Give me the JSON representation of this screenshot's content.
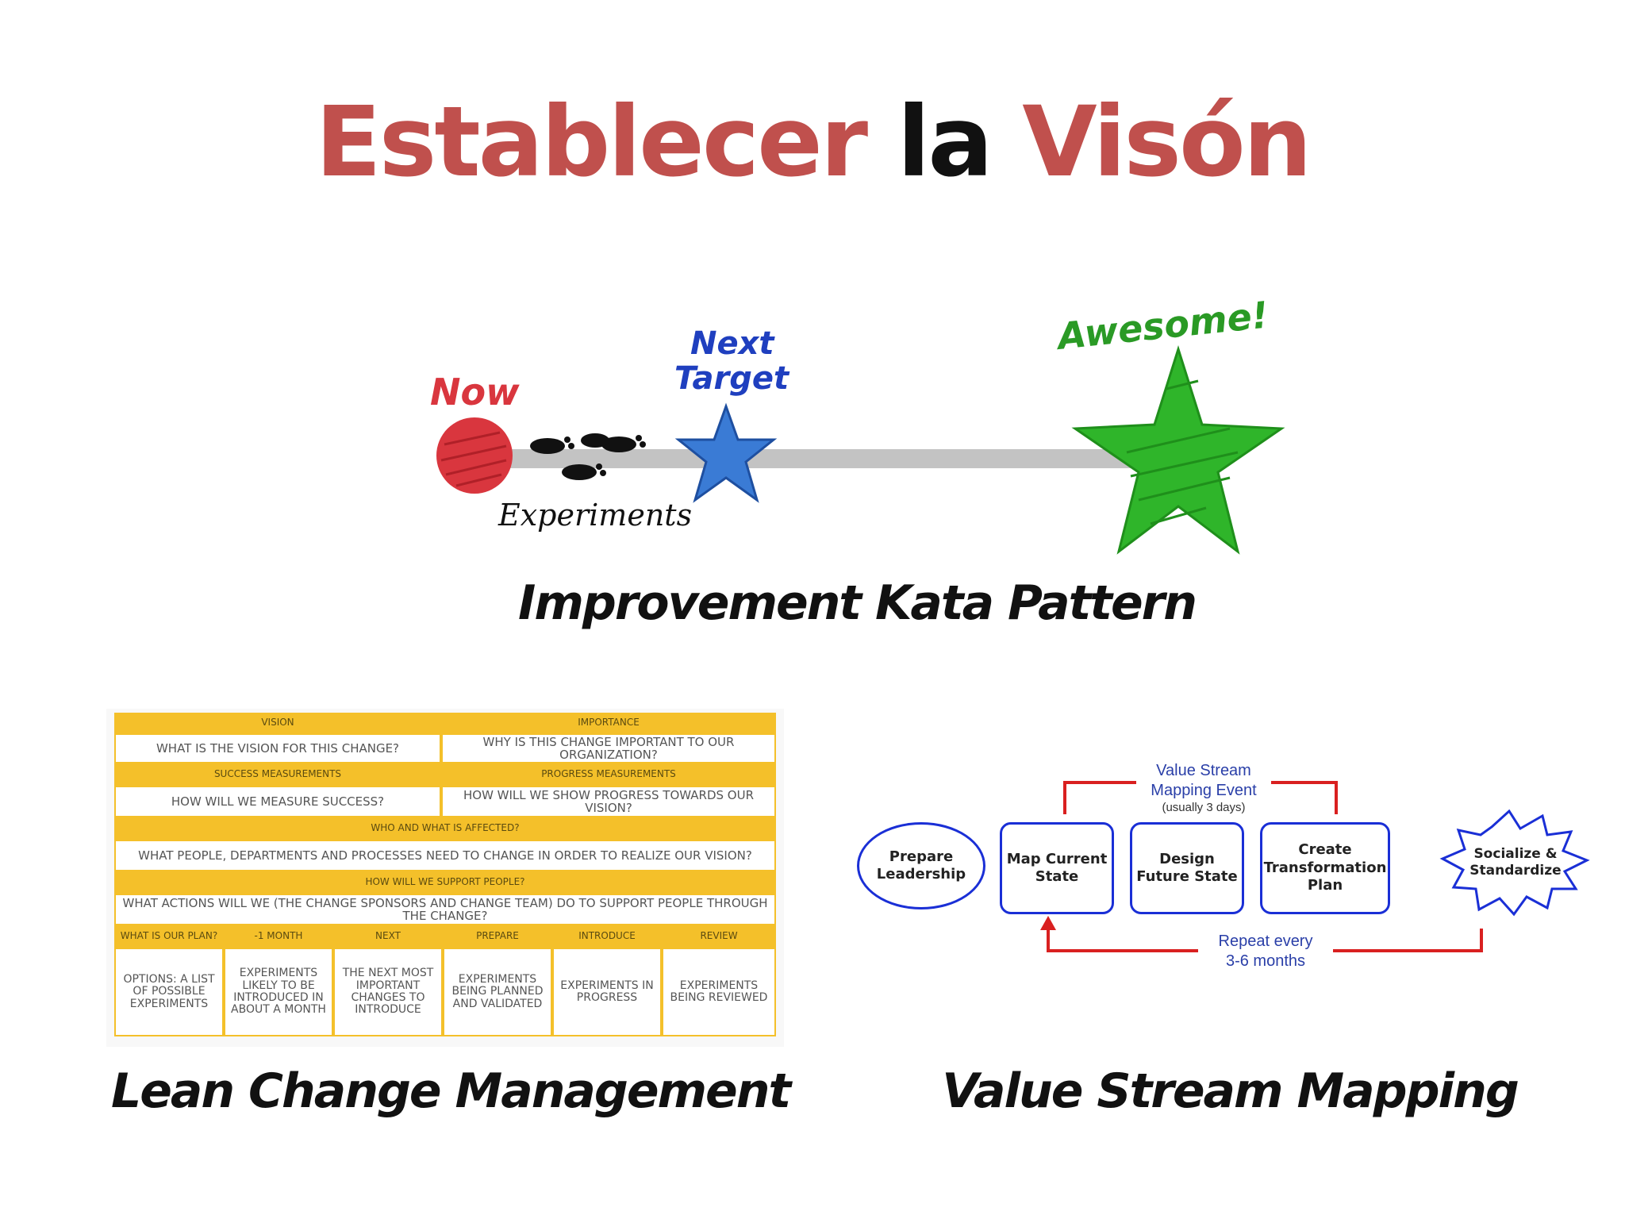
{
  "title": {
    "part1": "Establecer",
    "part2": "la",
    "part3": "Visón"
  },
  "kata": {
    "caption": "Improvement Kata Pattern",
    "now_label": "Now",
    "next_target_line1": "Next",
    "next_target_line2": "Target",
    "awesome_label": "Awesome!",
    "experiments_label": "Experiments",
    "colors": {
      "now": "#d9363e",
      "next_target": "#3a7bd5",
      "awesome": "#2fb52a",
      "track": "#bdbdbd"
    }
  },
  "lean_change": {
    "caption": "Lean Change Management",
    "rows": {
      "vision_header": "Vision",
      "importance_header": "Importance",
      "vision_question": "What is the vision for this change?",
      "importance_question": "Why is this change important to our organization?",
      "success_header": "Success measurements",
      "progress_header": "Progress measurements",
      "success_question": "How will we measure success?",
      "progress_question": "How will we show progress towards our vision?",
      "affected_header": "Who and what is affected?",
      "affected_question": "What people, departments and processes need to change in order to realize our vision?",
      "support_header": "How will we support people?",
      "support_question": "What actions will we (the change sponsors and change team) do to support people through the change?"
    },
    "plan_headers": [
      "What is our plan?",
      "-1 month",
      "Next",
      "Prepare",
      "Introduce",
      "Review"
    ],
    "plan_cells": [
      "Options: a list of possible experiments",
      "Experiments likely to be introduced in about a month",
      "The next most important changes to introduce",
      "Experiments being planned and validated",
      "Experiments in progress",
      "Experiments being reviewed"
    ],
    "colors": {
      "header": "#f4c02a"
    }
  },
  "vsm": {
    "caption": "Value Stream Mapping",
    "event_label_line1": "Value Stream",
    "event_label_line2": "Mapping Event",
    "event_sub": "(usually 3 days)",
    "repeat_line1": "Repeat  every",
    "repeat_line2": "3-6 months",
    "steps": {
      "prepare": "Prepare Leadership",
      "map_current": "Map Current State",
      "design_future": "Design Future State",
      "create_plan": "Create Transformation Plan",
      "socialize": "Socialize & Standardize"
    },
    "colors": {
      "box_border": "#1a2fd6",
      "arrow": "#d92020"
    }
  }
}
